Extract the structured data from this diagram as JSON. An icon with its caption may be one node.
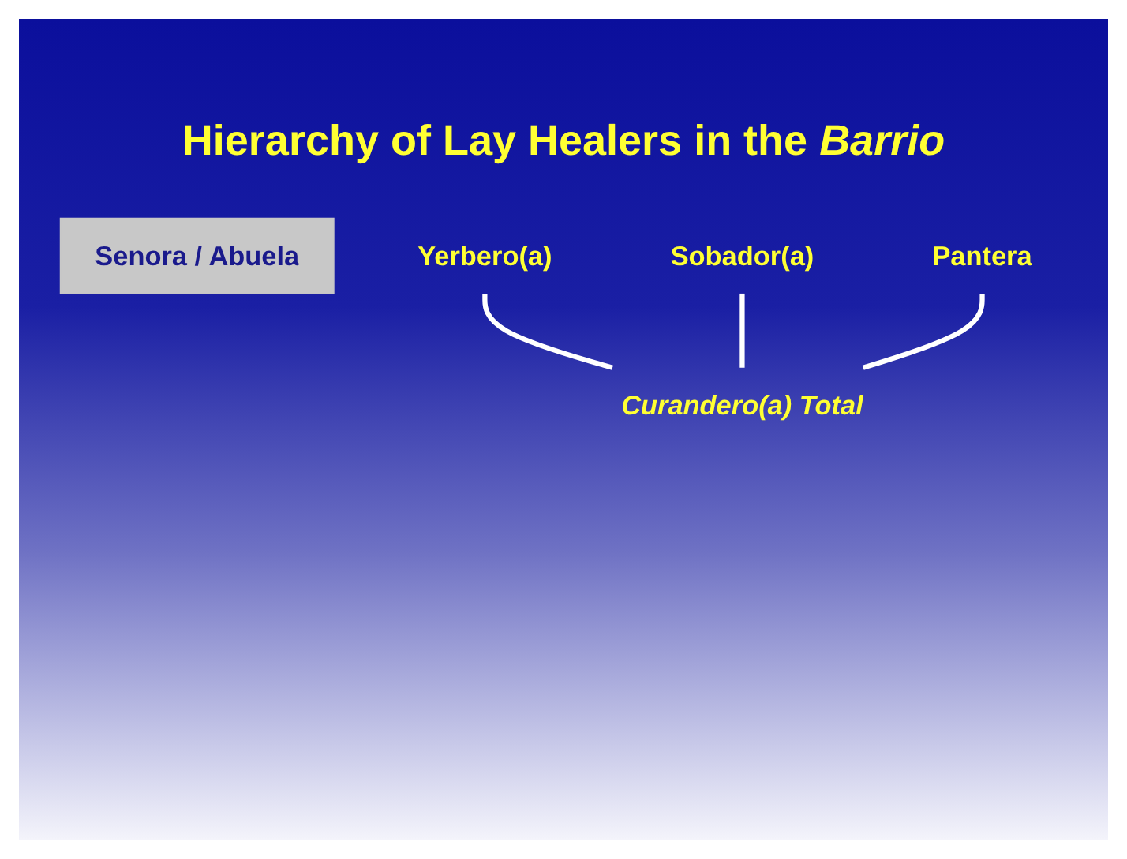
{
  "diagram": {
    "title": "Hierarchy of Lay Healers in the *Barrio*",
    "nodes": [
      {
        "text": [
          "Senora / Abuela"
        ]
      },
      {
        "text": [
          "Yerbero(a)"
        ]
      },
      {
        "text": [
          "Sobador(a)"
        ]
      },
      {
        "text": [
          "Pantera"
        ]
      },
      {
        "text": [
          "Curandero(a) Total"
        ]
      }
    ],
    "edges": [
      {
        "from": 1,
        "to": 4,
        "arrow": "none"
      },
      {
        "from": 2,
        "to": 4,
        "arrow": "none"
      },
      {
        "from": 3,
        "to": 4,
        "arrow": "none"
      }
    ]
  }
}
